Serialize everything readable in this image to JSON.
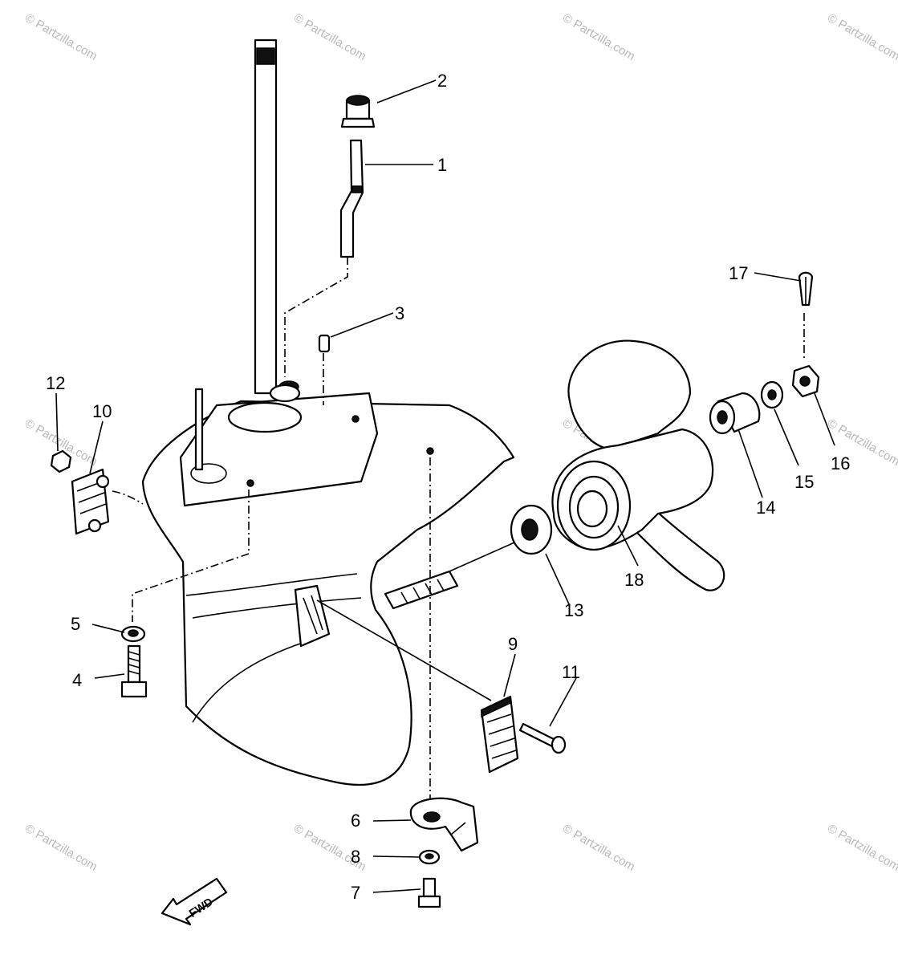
{
  "watermark": "© Partzilla.com",
  "callouts": [
    "1",
    "2",
    "3",
    "4",
    "5",
    "6",
    "7",
    "8",
    "9",
    "10",
    "11",
    "12",
    "13",
    "14",
    "15",
    "16",
    "17",
    "18"
  ],
  "fwd_label": "FWD",
  "colors": {
    "ink": "#000000",
    "background": "#ffffff",
    "watermark": "#b8b8b8"
  }
}
